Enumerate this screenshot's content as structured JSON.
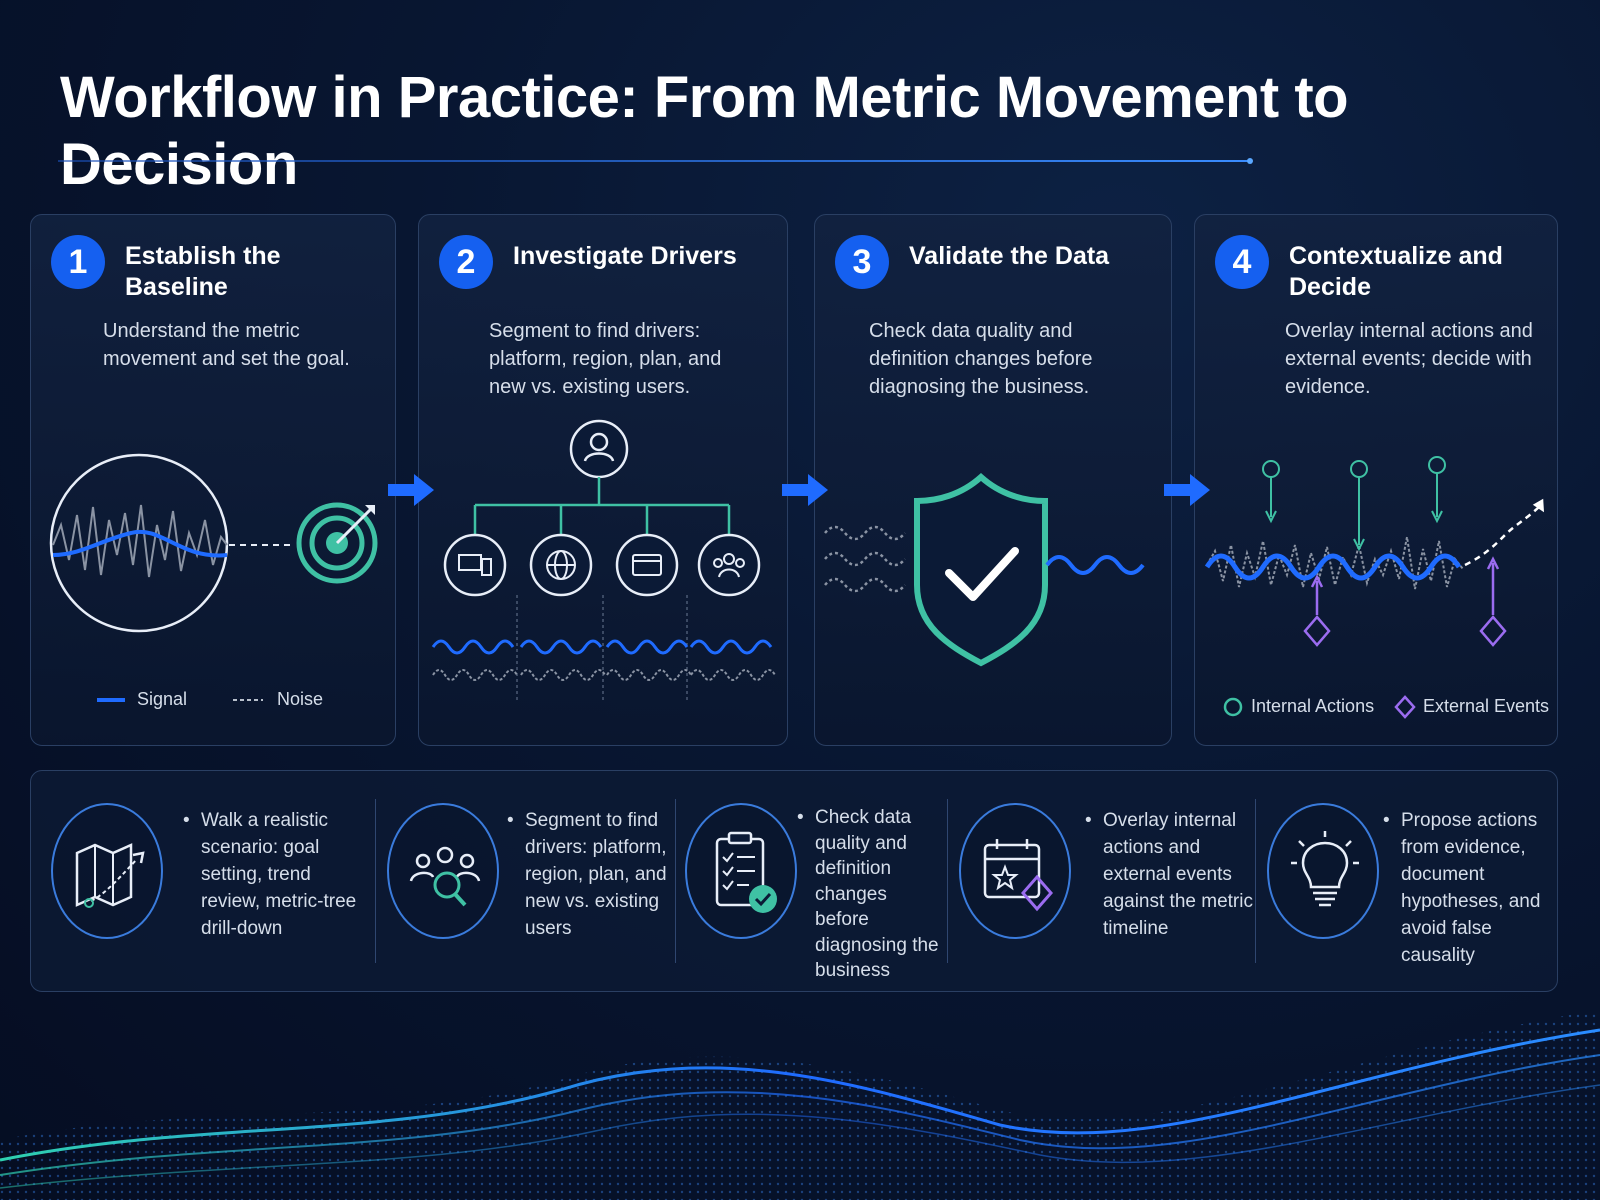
{
  "title": "Workflow in Practice: From Metric Movement to Decision",
  "steps": [
    {
      "number": "1",
      "title": "Establish the Baseline",
      "description": "Understand the metric movement and set the goal."
    },
    {
      "number": "2",
      "title": "Investigate Drivers",
      "description": "Segment to find drivers: platform, region, plan, and new vs. existing users."
    },
    {
      "number": "3",
      "title": "Validate the Data",
      "description": "Check data quality and definition changes before diagnosing the business."
    },
    {
      "number": "4",
      "title": "Contextualize and Decide",
      "description": "Overlay internal actions and external events; decide with evidence."
    }
  ],
  "legend_baseline": {
    "signal": "Signal",
    "noise": "Noise"
  },
  "legend_decide": {
    "internal": "Internal Actions",
    "external": "External Events"
  },
  "summary": [
    {
      "icon": "map-route-icon",
      "text": "Walk a realistic scenario: goal setting, trend review, metric-tree drill-down"
    },
    {
      "icon": "people-search-icon",
      "text": "Segment to find drivers: platform, region, plan, and new vs. existing users"
    },
    {
      "icon": "clipboard-check-icon",
      "text": "Check data quality and definition changes before diagnosing the business"
    },
    {
      "icon": "calendar-event-icon",
      "text": "Overlay internal actions and external events against the metric timeline"
    },
    {
      "icon": "lightbulb-icon",
      "text": "Propose actions from evidence, document hypotheses, and avoid false causality"
    }
  ],
  "colors": {
    "accent_blue": "#1560f0",
    "teal": "#3fc1a4",
    "purple": "#9b6cf0",
    "noise": "#8a93a3"
  }
}
